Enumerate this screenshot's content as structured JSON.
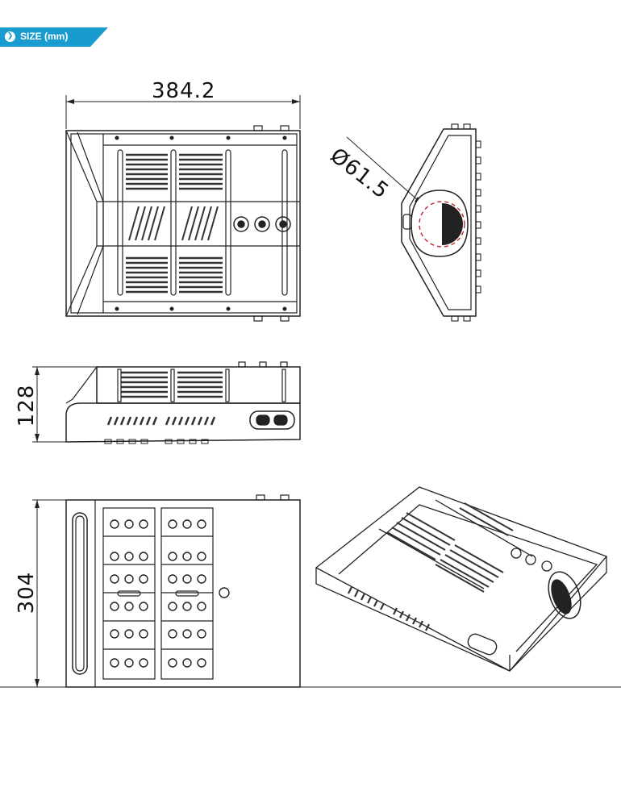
{
  "header": {
    "tag_label": "SIZE (mm)",
    "tag_color": "#1a9bcf",
    "tag_icon": "chevron-right-icon"
  },
  "dimensions": {
    "width": "384.2",
    "diameter": "Ø61.5",
    "height": "128",
    "depth": "304"
  }
}
